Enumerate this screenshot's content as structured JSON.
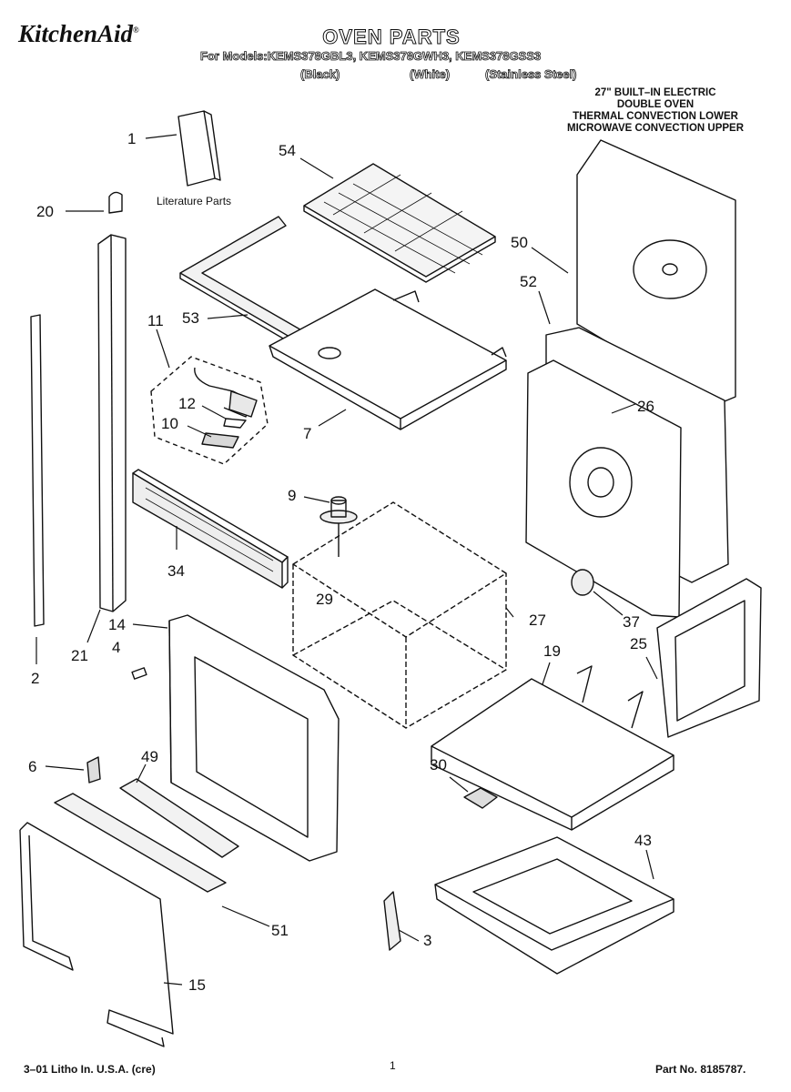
{
  "header": {
    "brand": "KitchenAid",
    "trademark": "®",
    "title": "OVEN PARTS",
    "models_line": "For Models:KEMS378GBL3, KEMS378GWH3, KEMS378GSS3",
    "colors": [
      "(Black)",
      "(White)",
      "(Stainless Steel)"
    ],
    "description": [
      "27\" BUILT–IN ELECTRIC",
      "DOUBLE OVEN",
      "THERMAL CONVECTION LOWER",
      "MICROWAVE CONVECTION UPPER"
    ]
  },
  "literature_label": "Literature Parts",
  "callouts": [
    "1",
    "54",
    "20",
    "50",
    "52",
    "53",
    "11",
    "12",
    "10",
    "7",
    "26",
    "9",
    "34",
    "29",
    "27",
    "37",
    "14",
    "4",
    "21",
    "2",
    "19",
    "25",
    "6",
    "49",
    "30",
    "43",
    "51",
    "3",
    "15"
  ],
  "footer": {
    "left": "3–01 Litho In. U.S.A. (cre)",
    "page": "1",
    "right": "Part No. 8185787."
  }
}
